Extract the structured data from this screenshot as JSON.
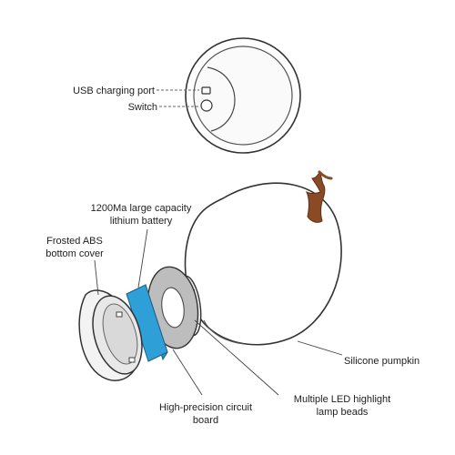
{
  "labels": {
    "usb_port": "USB charging port",
    "switch": "Switch",
    "battery_line1": "1200Ma large capacity",
    "battery_line2": "lithium battery",
    "cover_line1": "Frosted ABS",
    "cover_line2": "bottom cover",
    "pumpkin": "Silicone pumpkin",
    "circuit_line1": "High-precision circuit",
    "circuit_line2": "board",
    "led_line1": "Multiple LED highlight",
    "led_line2": "lamp beads"
  },
  "colors": {
    "battery": "#2f9fd8",
    "stem": "#8a4a24",
    "outline": "#333333",
    "fill_light": "#f1f1f1",
    "disc": "#bfbfbf"
  }
}
